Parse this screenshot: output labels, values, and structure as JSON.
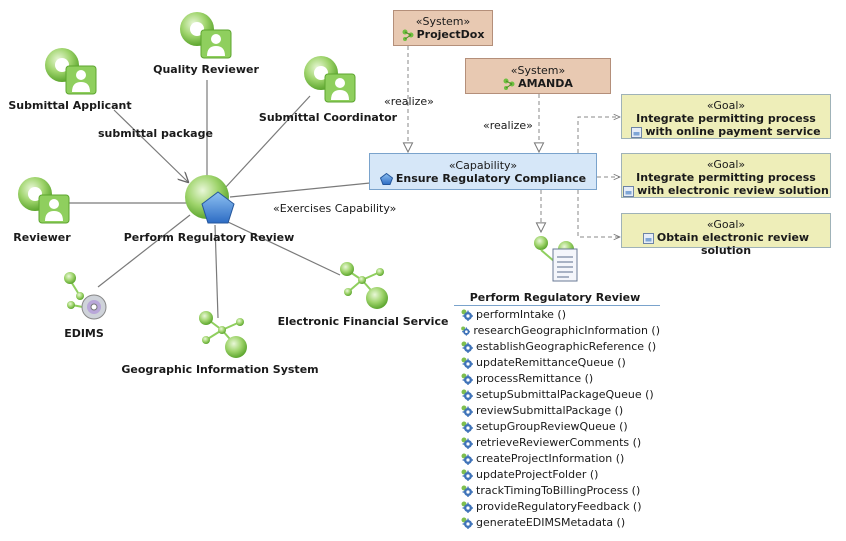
{
  "actors": {
    "submittal_applicant": "Submittal Applicant",
    "quality_reviewer": "Quality Reviewer",
    "submittal_coordinator": "Submittal Coordinator",
    "reviewer": "Reviewer"
  },
  "systems_nodes": {
    "edims": "EDIMS",
    "gis": "Geographic Information System",
    "efs": "Electronic Financial Service"
  },
  "use_case": {
    "label": "Perform Regulatory Review"
  },
  "edge_labels": {
    "submittal_package": "submittal package",
    "exercises": "«Exercises Capability»",
    "realize_1": "«realize»",
    "realize_2": "«realize»"
  },
  "systems": [
    {
      "stereotype": "«System»",
      "name": "ProjectDox"
    },
    {
      "stereotype": "«System»",
      "name": "AMANDA"
    }
  ],
  "capability": {
    "stereotype": "«Capability»",
    "name": "Ensure Regulatory Compliance"
  },
  "goals": [
    {
      "stereotype": "«Goal»",
      "line1": "Integrate permitting process",
      "line2": "with online payment service"
    },
    {
      "stereotype": "«Goal»",
      "line1": "Integrate permitting process",
      "line2": "with electronic review solution"
    },
    {
      "stereotype": "«Goal»",
      "line1": "Obtain electronic review solution",
      "line2": ""
    }
  ],
  "process": {
    "title": "Perform Regulatory Review",
    "operations": [
      "performIntake ()",
      "researchGeographicInformation ()",
      "establishGeographicReference ()",
      "updateRemittanceQueue ()",
      "processRemittance ()",
      "setupSubmittalPackageQueue ()",
      "reviewSubmittalPackage ()",
      "setupGroupReviewQueue ()",
      "retrieveReviewerComments ()",
      "createProjectInformation ()",
      "updateProjectFolder ()",
      "trackTimingToBillingProcess ()",
      "provideRegulatoryFeedback ()",
      "generateEDIMSMetadata ()"
    ]
  },
  "colors": {
    "actor_green": "#8fcf5e",
    "system_fill": "#e8c9b2",
    "capability_fill": "#d6e7f8",
    "goal_fill": "#eeeeb9",
    "pentagon_blue": "#3f7fd0"
  }
}
